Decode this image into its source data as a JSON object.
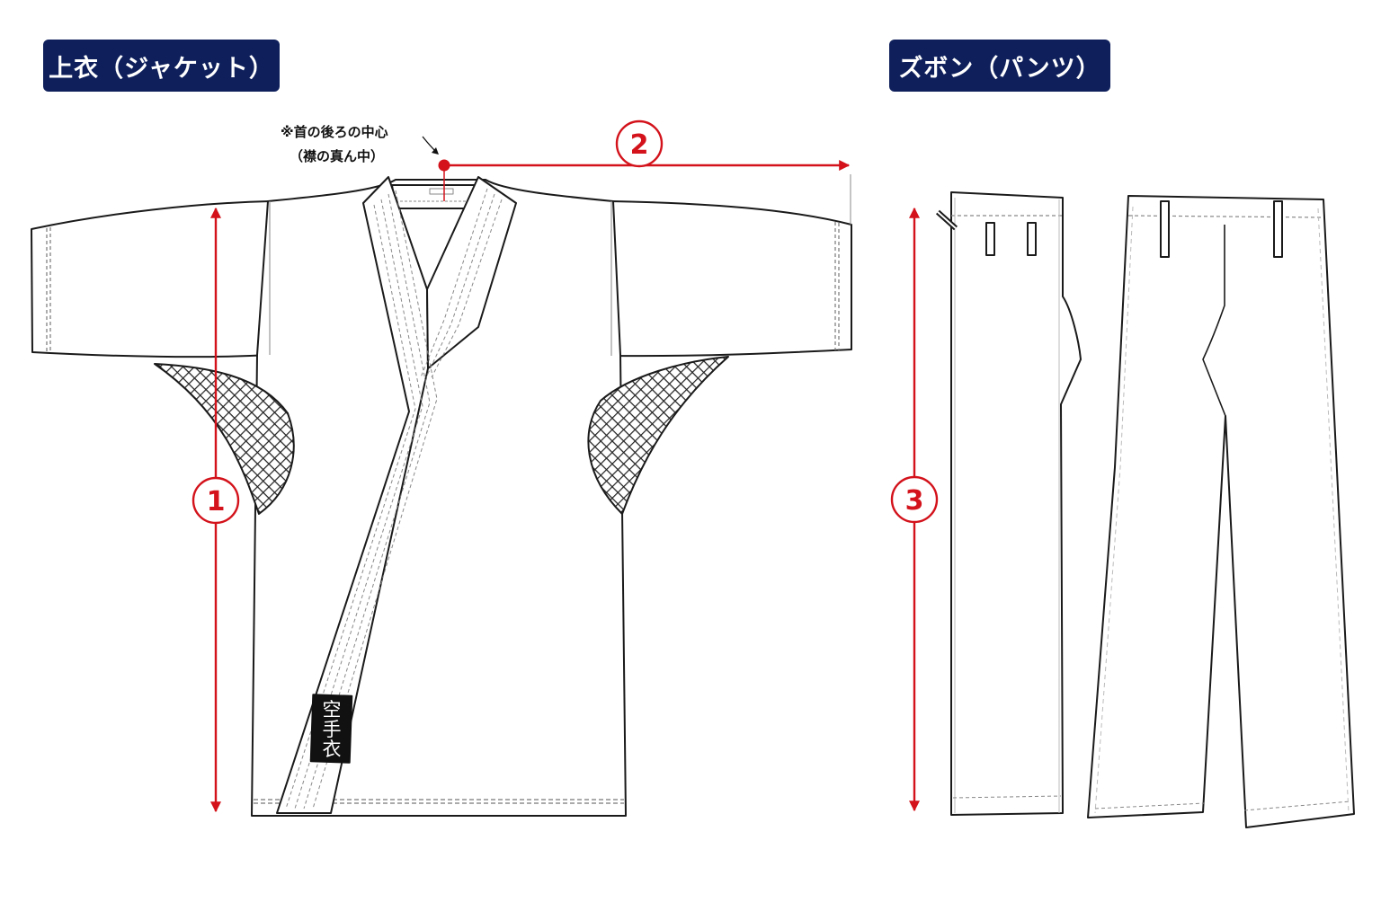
{
  "sections": {
    "jacket_label": "上衣（ジャケット）",
    "pants_label": "ズボン（パンツ）"
  },
  "note": {
    "line1": "※首の後ろの中心",
    "line2": "（襟の真ん中）"
  },
  "measurements": [
    {
      "number": "1",
      "id": "jacket-length"
    },
    {
      "number": "2",
      "id": "shoulder-to-sleeve"
    },
    {
      "number": "3",
      "id": "pants-length"
    }
  ],
  "lapel_badge": [
    "空",
    "手",
    "衣"
  ],
  "colors": {
    "label_bg": "#0e1f5b",
    "measure_red": "#d3121b",
    "outline": "#1a1a1a",
    "background": "#ffffff"
  }
}
